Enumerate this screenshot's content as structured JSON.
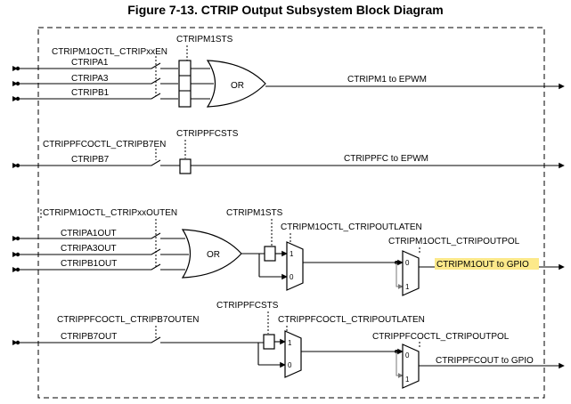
{
  "title": "Figure 7-13. CTRIP Output Subsystem Block Diagram",
  "blocks": {
    "g1": {
      "enable": "CTRIPM1OCTL_CTRIPxxEN",
      "status": "CTRIPM1STS",
      "inputs": [
        "CTRIPA1",
        "CTRIPA3",
        "CTRIPB1"
      ],
      "gate": "OR",
      "output": "CTRIPM1 to EPWM"
    },
    "g2": {
      "enable": "CTRIPPFCOCTL_CTRIPB7EN",
      "status": "CTRIPPFCSTS",
      "input": "CTRIPB7",
      "output": "CTRIPPFC to EPWM"
    },
    "g3": {
      "enable": "CTRIPM1OCTL_CTRIPxxOUTEN",
      "status": "CTRIPM1STS",
      "inputs": [
        "CTRIPA1OUT",
        "CTRIPA3OUT",
        "CTRIPB1OUT"
      ],
      "gate": "OR",
      "latch": "CTRIPM1OCTL_CTRIPOUTLATEN",
      "polarity": "CTRIPM1OCTL_CTRIPOUTPOL",
      "output": "CTRIPM1OUT to GPIO",
      "mux1": [
        "1",
        "0"
      ],
      "mux2": [
        "0",
        "1"
      ]
    },
    "g4": {
      "enable": "CTRIPPFCOCTL_CTRIPB7OUTEN",
      "status": "CTRIPPFCSTS",
      "input": "CTRIPB7OUT",
      "latch": "CTRIPPFCOCTL_CTRIPOUTLATEN",
      "polarity": "CTRIPPFCOCTL_CTRIPOUTPOL",
      "output": "CTRIPPFCOUT to GPIO",
      "mux1": [
        "1",
        "0"
      ],
      "mux2": [
        "0",
        "1"
      ]
    }
  },
  "colors": {
    "highlight": "#fce98a",
    "line": "#000000",
    "feedback": "#777777"
  }
}
